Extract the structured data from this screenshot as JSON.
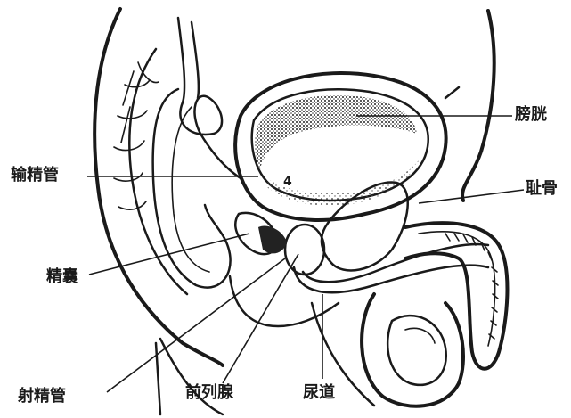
{
  "labels": {
    "bladder": "膀胱",
    "vas_deferens": "输精管",
    "pubic_bone": "耻骨",
    "seminal_vesicle": "精囊",
    "ejaculatory_duct": "射精管",
    "prostate": "前列腺",
    "urethra": "尿道",
    "marker": "4"
  }
}
